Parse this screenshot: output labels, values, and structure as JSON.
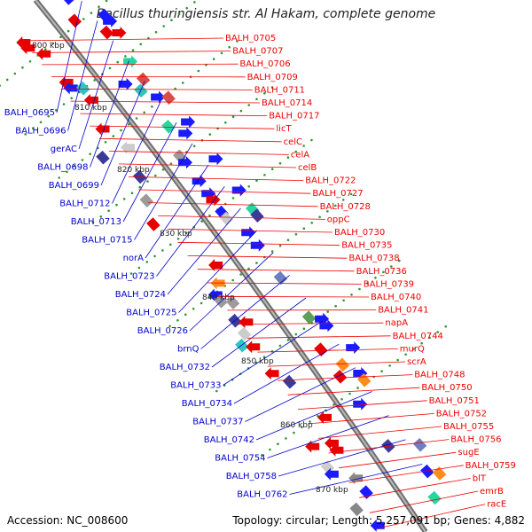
{
  "title": "Bacillus thuringiensis str. Al Hakam, complete genome",
  "accession": "Accession: NC_008600",
  "summary": "Topology: circular; Length: 5,257,091 bp; Genes: 4,882",
  "colors": {
    "left_label": "#0000cc",
    "right_label": "#ee0000",
    "forward_feature": "#1a1aff",
    "reverse_feature": "#e60000",
    "backbone": "#888888",
    "tick": "#2a9a2a"
  },
  "ticks": [
    "800 kbp",
    "810 kbp",
    "820 kbp",
    "830 kbp",
    "840 kbp",
    "850 kbp",
    "860 kbp",
    "870 kbp"
  ],
  "left_labels": [
    "BALH_0695",
    "BALH_0696",
    "gerAC",
    "BALH_0698",
    "BALH_0699",
    "BALH_0712",
    "BALH_0713",
    "BALH_0715",
    "norA",
    "BALH_0723",
    "BALH_0724",
    "BALH_0725",
    "BALH_0726",
    "brnQ",
    "BALH_0732",
    "BALH_0733",
    "BALH_0734",
    "BALH_0737",
    "BALH_0742",
    "BALH_0754",
    "BALH_0758",
    "BALH_0762"
  ],
  "right_labels": [
    "BALH_0705",
    "BALH_0707",
    "BALH_0706",
    "BALH_0709",
    "BALH_0711",
    "BALH_0714",
    "BALH_0717",
    "licT",
    "celC",
    "celA",
    "celB",
    "BALH_0722",
    "BALH_0727",
    "BALH_0728",
    "oppC",
    "BALH_0730",
    "BALH_0735",
    "BALH_0738",
    "BALH_0736",
    "BALH_0739",
    "BALH_0740",
    "BALH_0741",
    "napA",
    "BALH_0744",
    "murQ",
    "scrA",
    "BALH_0748",
    "BALH_0750",
    "BALH_0751",
    "BALH_0752",
    "BALH_0755",
    "BALH_0756",
    "sugE",
    "BALH_0759",
    "blT",
    "emrB",
    "racE"
  ]
}
